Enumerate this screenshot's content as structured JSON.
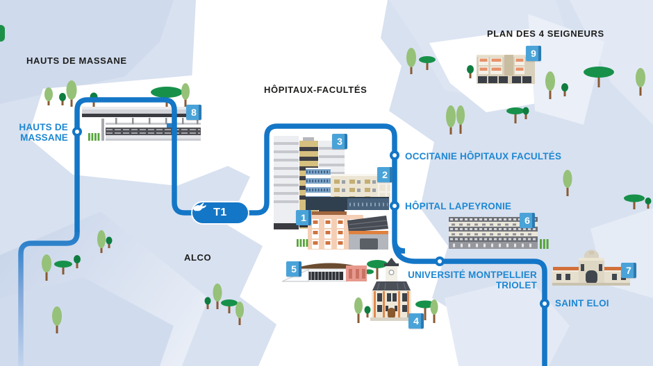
{
  "map_line": {
    "id": "T1"
  },
  "districts": {
    "hauts_de_massane": "HAUTS DE MASSANE",
    "hopitaux_facultes": "HÔPITAUX-FACULTÉS",
    "alco": "ALCO",
    "plan_des_4_seigneurs": "PLAN DES 4 SEIGNEURS"
  },
  "stations": {
    "hauts_de_massane_l1": "HAUTS DE",
    "hauts_de_massane_l2": "MASSANE",
    "occitanie": "OCCITANIE HÔPITAUX FACULTÉS",
    "lapeyronie": "HÔPITAL LAPEYRONIE",
    "universite_l1": "UNIVERSITÉ MONTPELLIER",
    "universite_l2": "TRIOLET",
    "saint_eloi": "SAINT ELOI"
  },
  "markers": {
    "m1": "1",
    "m2": "2",
    "m3": "3",
    "m4": "4",
    "m5": "5",
    "m6": "6",
    "m7": "7",
    "m8": "8",
    "m9": "9"
  },
  "colors": {
    "line": "#1476c6",
    "line_faded": "#bdd1ec",
    "station_label": "#1d87d2",
    "district_label": "#1d1d1b",
    "marker_badge": "#4aa3d8",
    "background": "#d8e1f0",
    "tree_light_green": "#96c178",
    "tree_dark_green": "#17914a"
  }
}
